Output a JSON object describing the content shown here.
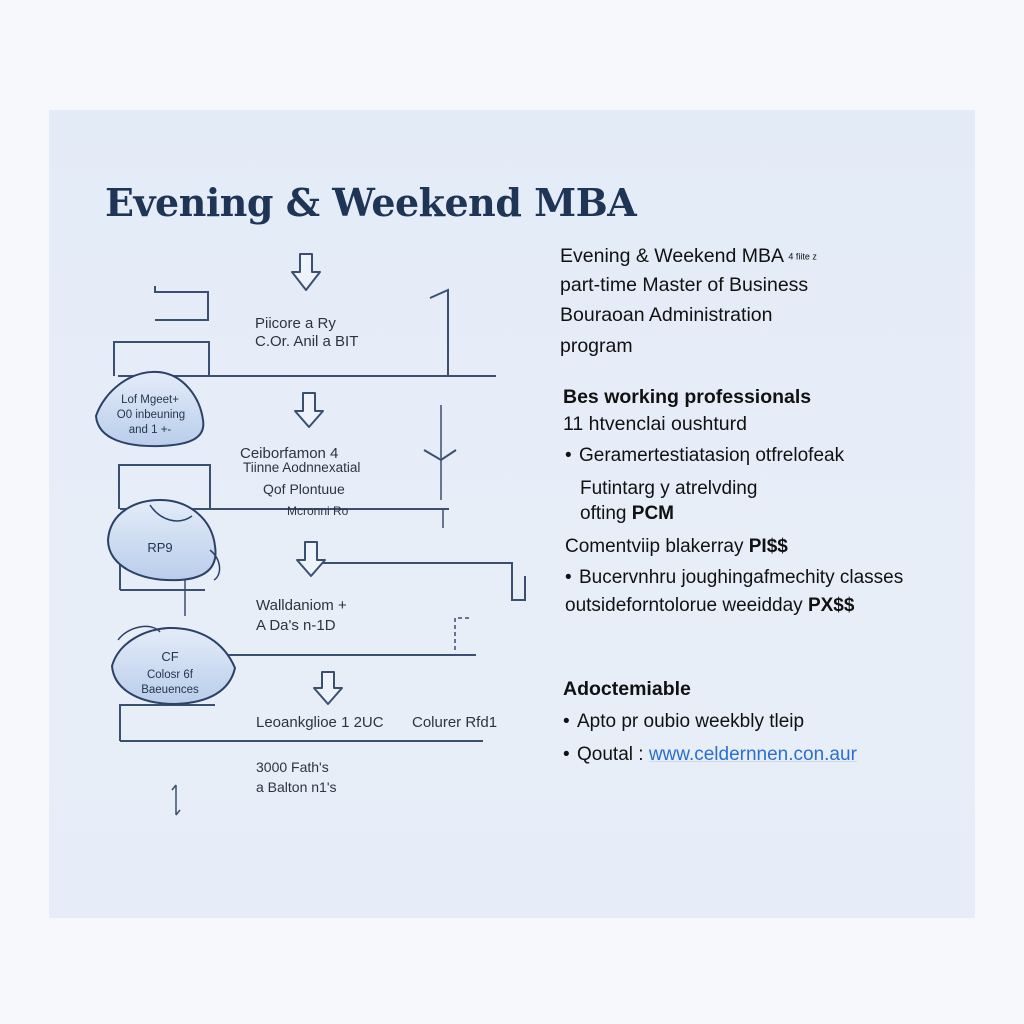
{
  "title": "Evening & Weekend MBA",
  "diagram": {
    "labels": [
      "Piicore a Ry",
      "C.Or. Anil a BIT",
      "Ceiborfamon 4",
      "Tiinne Aodnnexatial",
      "Qof Plontuue",
      "Mcronni Ro",
      "Walldaniom +",
      "A Da's n-1D",
      "Leoankglioe 1 2UC",
      "Colurer Rfd1",
      "3000 Fath's",
      "a Balton n1's"
    ],
    "blobs": [
      [
        "Lof Mgeet+",
        "O0 inbeuning",
        "and 1 +-"
      ],
      [
        "RP9"
      ],
      [
        "CF",
        "Colosr 6f",
        "Baeuences"
      ]
    ]
  },
  "right": {
    "intro": [
      "Evening & Weekend MBA",
      "part-time Master of Business",
      "Bouraoan Administration",
      "program"
    ],
    "intro_small": "4 fiite z",
    "section1_heading": [
      "Bes working professionals",
      "11 htvenclai oushturd"
    ],
    "list1": [
      {
        "bullet": "•",
        "text": "Geramertestiatasioη otfrelofeak"
      },
      {
        "bullet": "",
        "text": "Futintarg y atrelvding"
      },
      {
        "bullet": "",
        "text": "ofting",
        "bold": "PCM"
      },
      {
        "bullet": "",
        "text": "Comentviip blakerray",
        "bold": "PI$$"
      },
      {
        "bullet": "•",
        "text": "Bucervnhru joughingafmechity classes"
      },
      {
        "bullet": "",
        "text": "outsideforntolorue weeidday",
        "bold": "PX$$"
      }
    ],
    "section2_heading": "Adoctemiable",
    "list2": [
      {
        "bullet": "•",
        "text": "Apto pr oubio weekbly tleip"
      },
      {
        "bullet": "•",
        "text": "Qoutal :",
        "link": "www.celdernnen.con.aur"
      }
    ]
  },
  "colors": {
    "card_bg": "#e3ebf7",
    "title": "#1f3556",
    "line": "#3b4f70",
    "blob_fill": "#c9d8f0",
    "link": "#2a6fd1"
  }
}
